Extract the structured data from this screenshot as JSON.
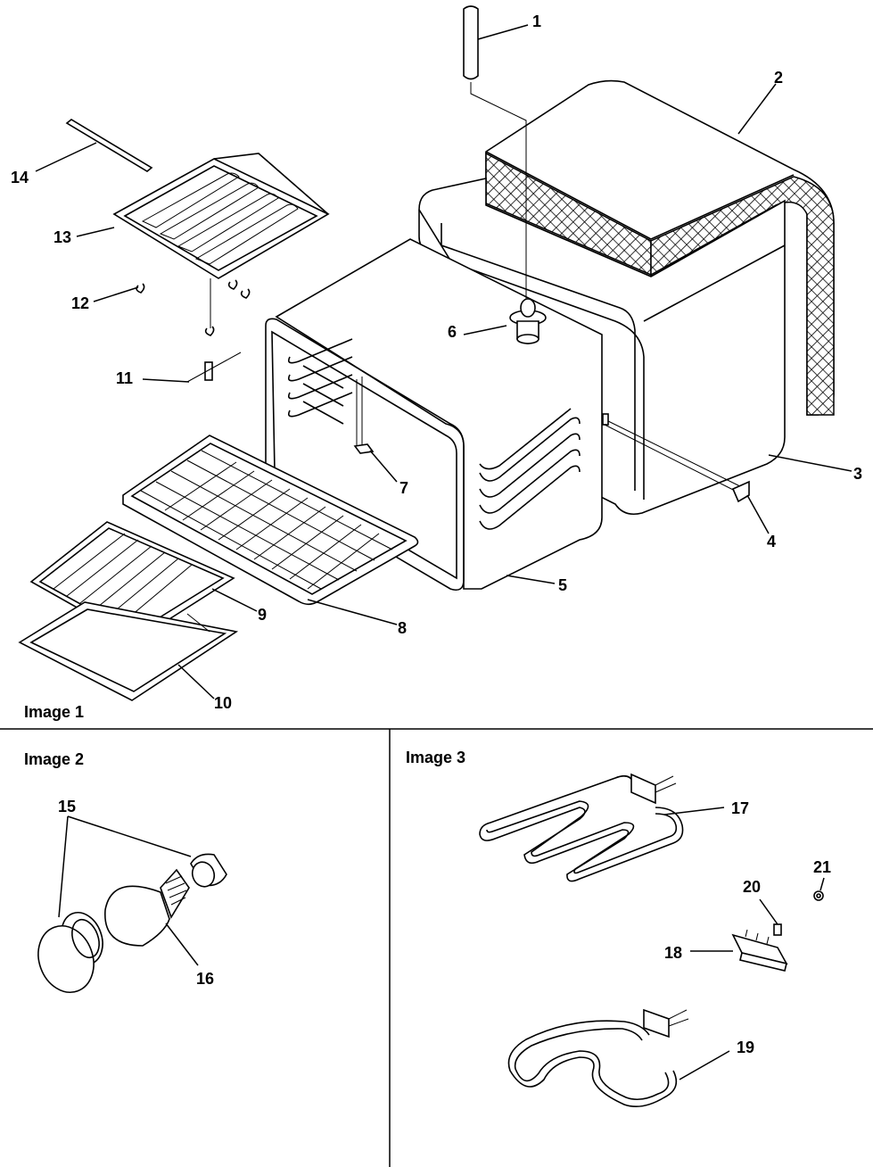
{
  "panels": [
    {
      "label": "Image 1"
    },
    {
      "label": "Image 2"
    },
    {
      "label": "Image 3"
    }
  ],
  "callouts": [
    "1",
    "2",
    "3",
    "4",
    "5",
    "6",
    "7",
    "8",
    "9",
    "10",
    "11",
    "12",
    "13",
    "14",
    "15",
    "16",
    "17",
    "18",
    "19",
    "20",
    "21"
  ]
}
